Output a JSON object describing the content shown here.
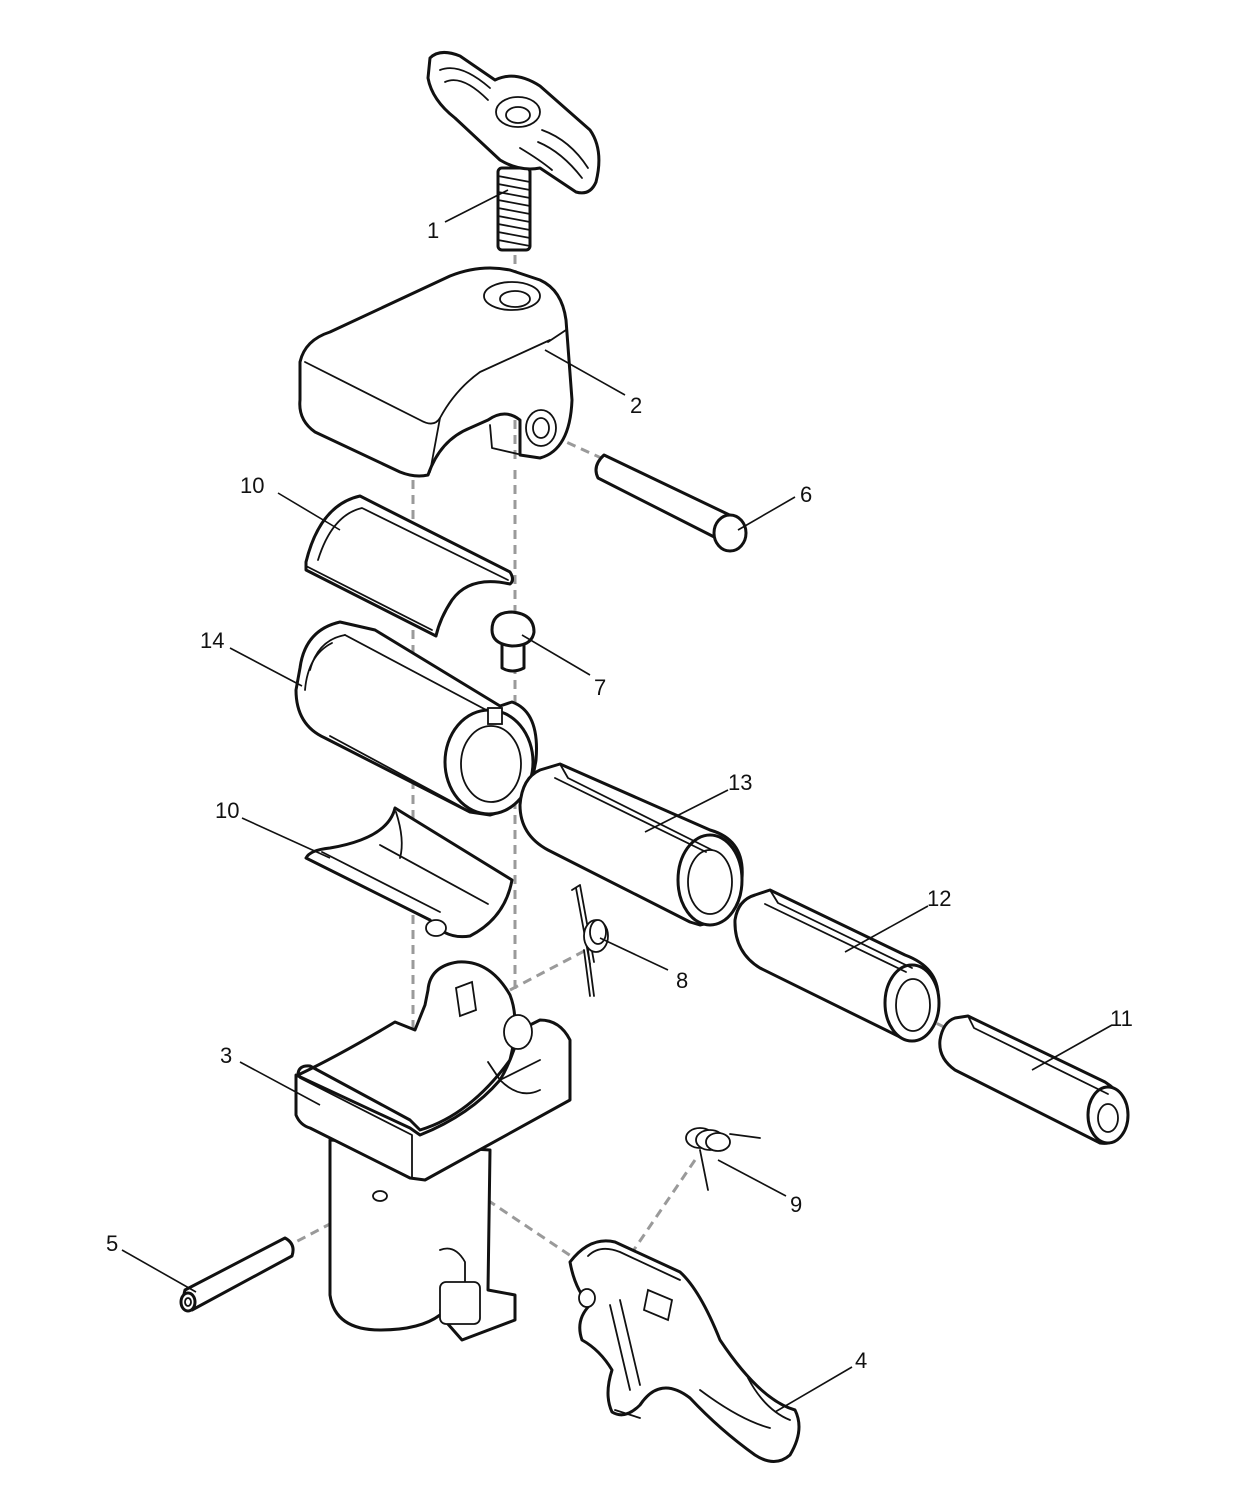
{
  "callouts": [
    "1",
    "2",
    "3",
    "4",
    "5",
    "6",
    "7",
    "8",
    "9",
    "10",
    "10",
    "11",
    "12",
    "13",
    "14"
  ],
  "colors": {
    "line": "#111111",
    "assembly_dash": "#9a9a9a",
    "background": "#ffffff"
  }
}
